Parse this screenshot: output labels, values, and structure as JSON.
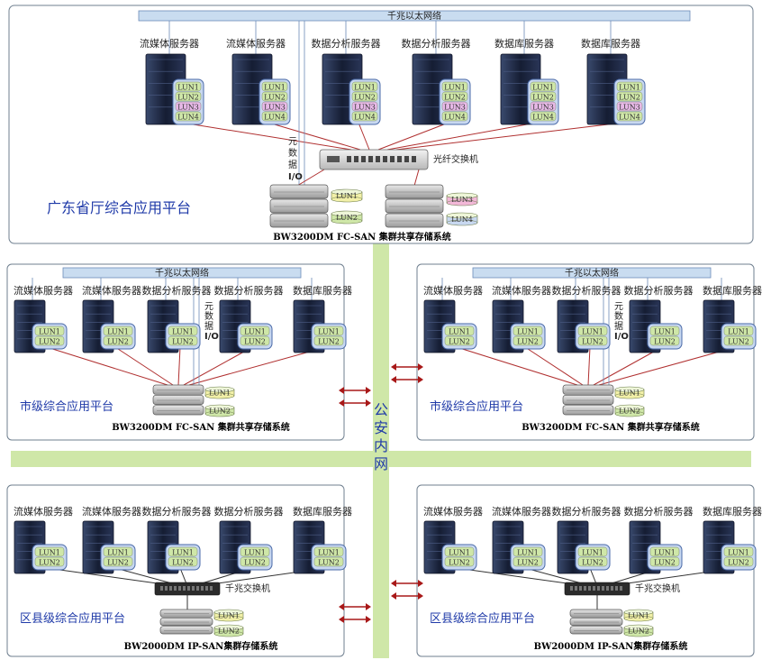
{
  "colors": {
    "panel_border": "#6f7f8f",
    "eth_bar_fill": "#c9dcf0",
    "eth_bar_stroke": "#6b8bb8",
    "green_bar": "#cfe7a8",
    "red_link": "#b03030",
    "title_blue": "#1f3aa8",
    "server_dark": "#222e4a",
    "arrow_red": "#a81818"
  },
  "network": {
    "label": "公安内网"
  },
  "province": {
    "title": "广东省厅综合应用平台",
    "eth_label": "千兆以太网络",
    "switch_label": "光纤交换机",
    "metadata_io": "元数据I/O",
    "storage_label": "BW3200DM FC-SAN 集群共享存储系统",
    "servers": [
      "流媒体服务器",
      "流媒体服务器",
      "数据分析服务器",
      "数据分析服务器",
      "数据库服务器",
      "数据库服务器"
    ],
    "storage_luns": [
      "LUN1",
      "LUN2",
      "LUN3",
      "LUN4"
    ],
    "server_luns": [
      "LUN1",
      "LUN2",
      "LUN3",
      "LUN4"
    ]
  },
  "city": {
    "title": "市级综合应用平台",
    "eth_label": "千兆以太网络",
    "metadata_io": "元数据I/O",
    "storage_label": "BW3200DM FC-SAN 集群共享存储系统",
    "servers": [
      "流媒体服务器",
      "流媒体服务器",
      "数据分析服务器",
      "数据分析服务器",
      "数据库服务器"
    ],
    "luns": [
      "LUN1",
      "LUN2"
    ]
  },
  "county": {
    "title": "区县级综合应用平台",
    "switch_label": "千兆交换机",
    "storage_label": "BW2000DM IP-SAN集群存储系统",
    "servers": [
      "流媒体服务器",
      "流媒体服务器",
      "数据分析服务器",
      "数据分析服务器",
      "数据库服务器"
    ],
    "luns": [
      "LUN1",
      "LUN2"
    ]
  }
}
